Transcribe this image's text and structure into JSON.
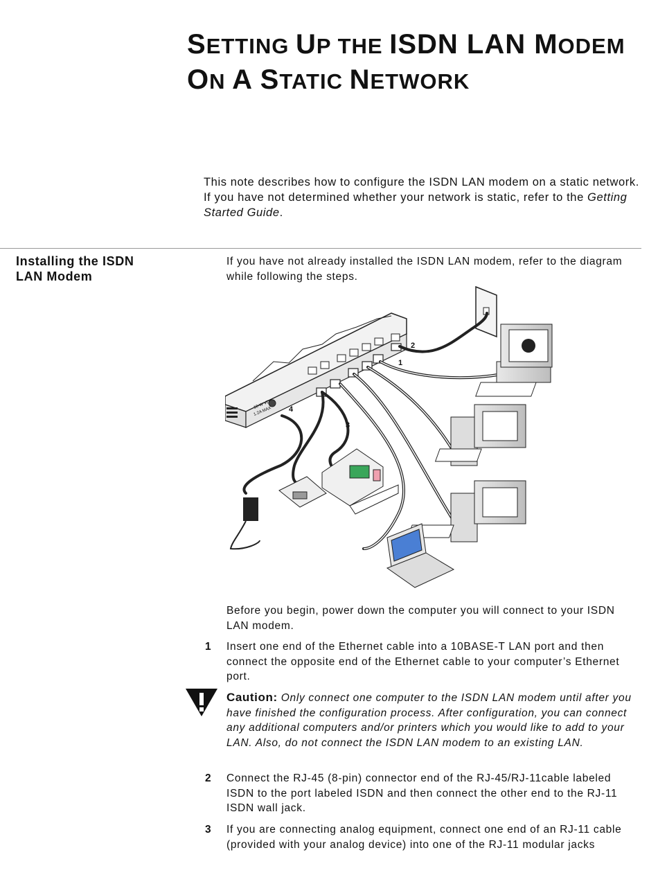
{
  "title": {
    "line1": [
      "S",
      "ETTING ",
      "U",
      "P THE ",
      "ISDN LAN M",
      "ODEM"
    ],
    "line2": [
      "O",
      "N ",
      "A ",
      "S",
      "TATIC ",
      "N",
      "ETWORK"
    ]
  },
  "intro": {
    "text_before": "This note describes how to configure the ISDN LAN modem on a static network. If you have not determined whether your network is static, refer to the ",
    "guide": "Getting Started Guide",
    "text_after": "."
  },
  "section": {
    "heading_line1": "Installing the ISDN",
    "heading_line2": "LAN Modem",
    "lead": "If you have not already installed the ISDN LAN modem, refer to the diagram while following the steps.",
    "before_begin": "Before you begin, power down the computer you will connect to your ISDN LAN modem."
  },
  "diagram": {
    "labels": [
      "2",
      "1",
      "4",
      "3"
    ],
    "port_text": [
      "10-W VDC",
      "1.2A MAX"
    ]
  },
  "steps": [
    {
      "num": "1",
      "text": "Insert one end of the Ethernet cable into a 10BASE-T LAN port and then connect the opposite end of the Ethernet cable to your computer’s Ethernet port."
    },
    {
      "num": "2",
      "text": "Connect the RJ-45 (8-pin) connector end of the RJ-45/RJ-11cable labeled ISDN to the port labeled ISDN and then connect the other end to the RJ-11 ISDN wall jack."
    },
    {
      "num": "3",
      "text": "If you are connecting analog equipment, connect one end of an RJ-11 cable (provided with your analog device) into one of the RJ-11 modular jacks"
    }
  ],
  "caution": {
    "label": "Caution:",
    "text": "Only connect one computer to the ISDN LAN modem until after you have finished the configuration process. After configuration, you can connect any additional computers and/or printers which you would like to add to your LAN. Also, do not connect the ISDN LAN modem to an existing LAN."
  },
  "colors": {
    "text": "#111111",
    "rule": "#999999",
    "screen_blue": "#4a7fd4",
    "printer_pink": "#f0a0b0",
    "printer_green": "#3aa65a"
  }
}
